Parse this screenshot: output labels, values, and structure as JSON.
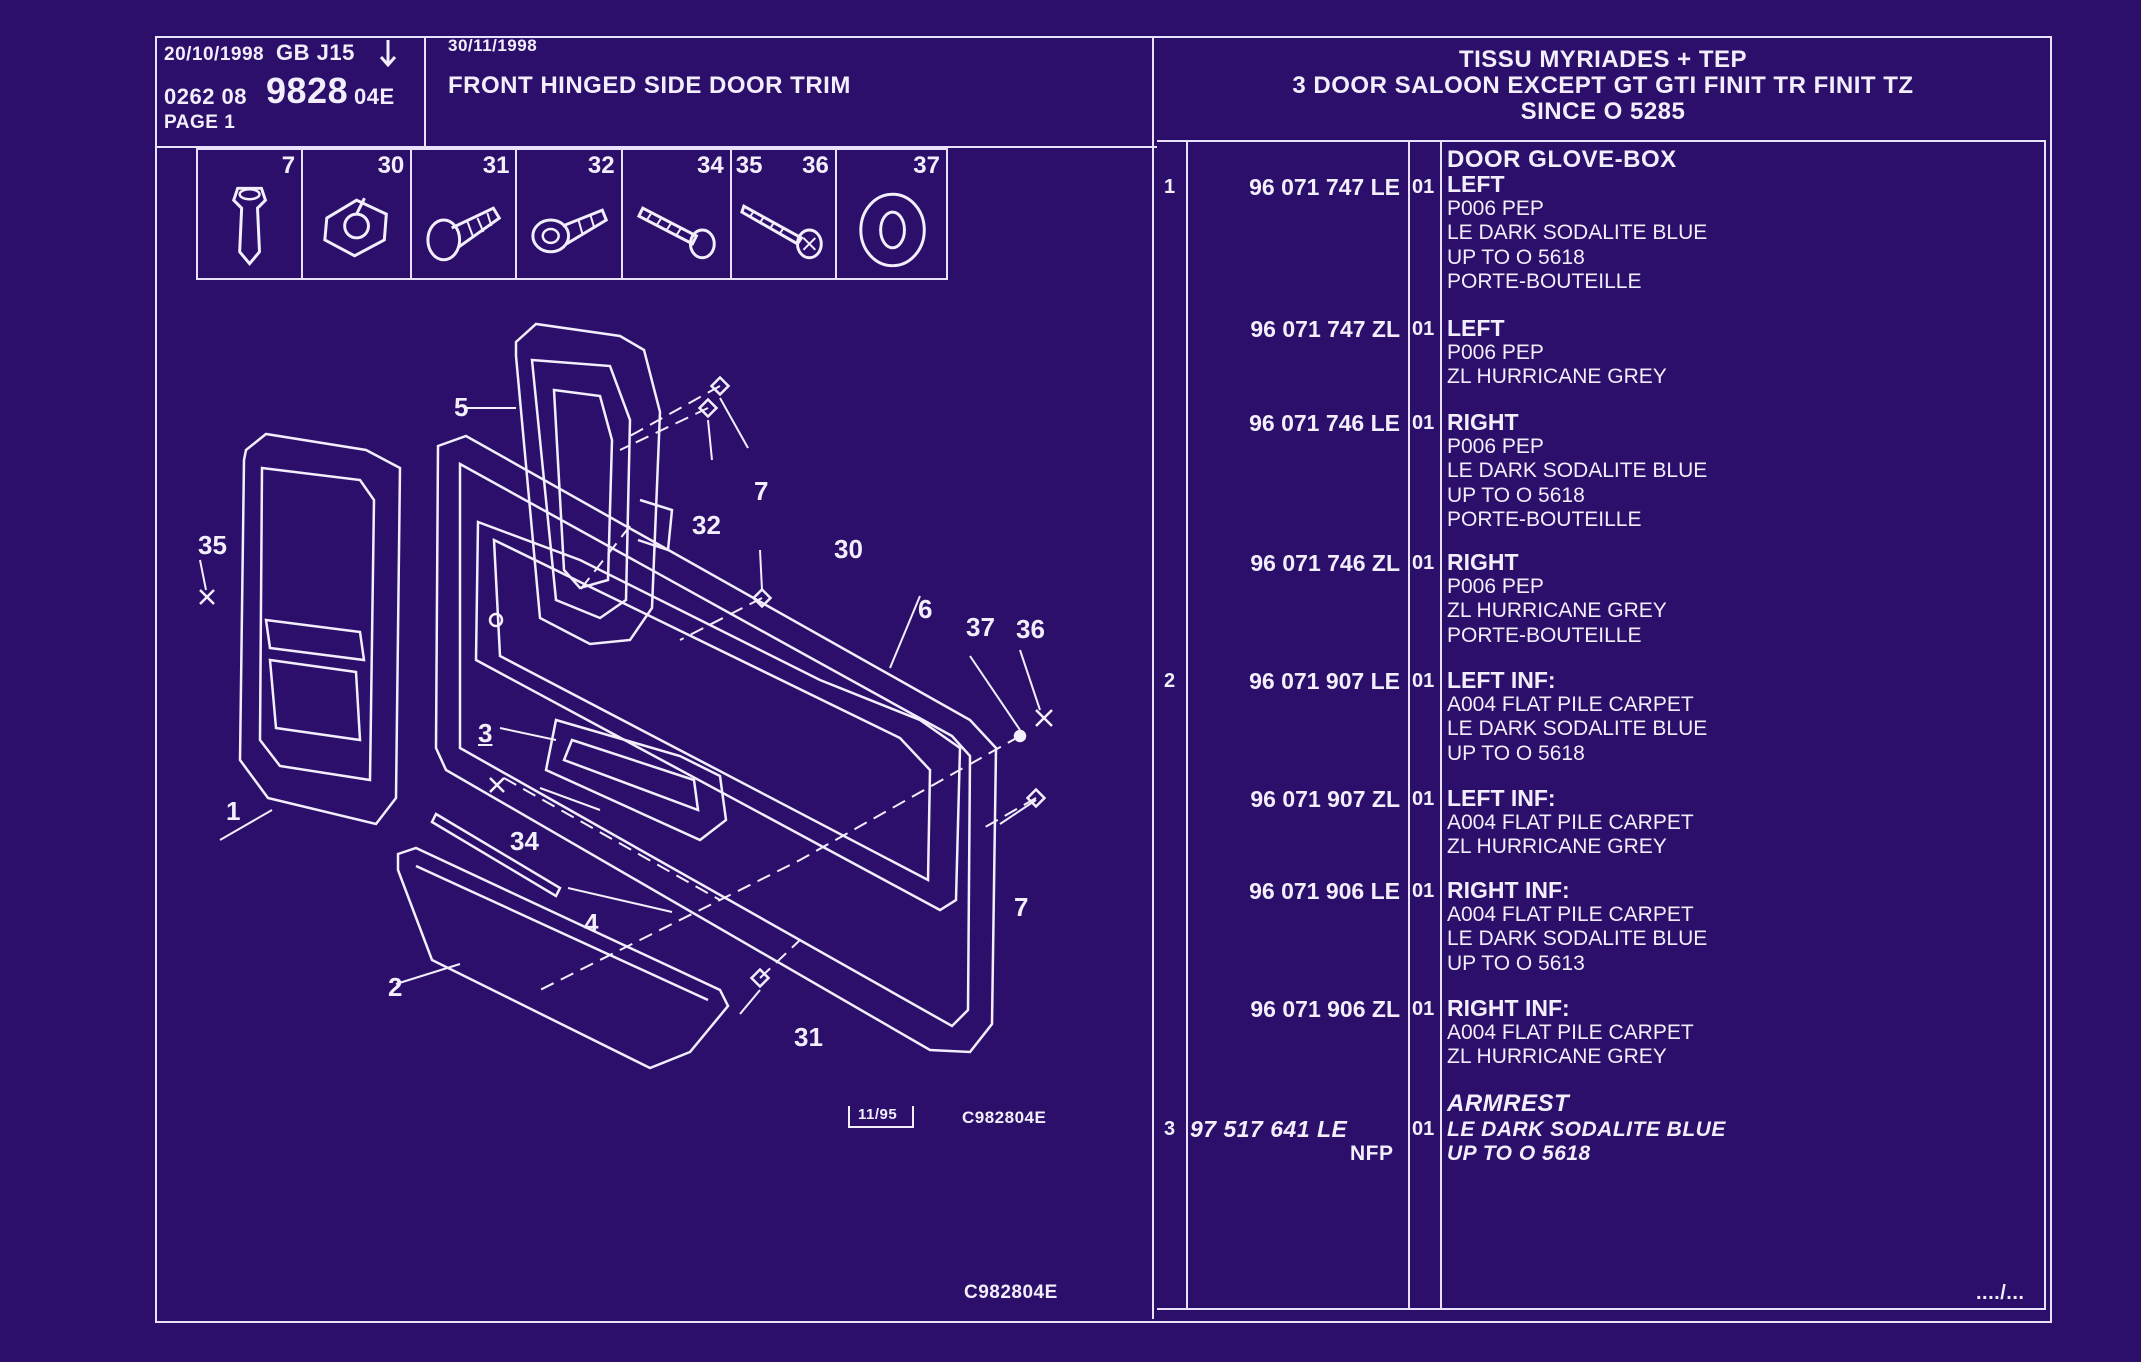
{
  "header": {
    "date1": "20/10/1998",
    "gb_code": "GB  J15",
    "ref_prefix": "0262  08",
    "ref_main": "9828",
    "ref_suffix": "04E",
    "page": "PAGE  1",
    "date2": "30/11/1998",
    "section_title": "FRONT HINGED SIDE DOOR TRIM",
    "vehicle_line1": "TISSU MYRIADES + TEP",
    "vehicle_line2": "3 DOOR SALOON EXCEPT  GT GTI FINIT TR FINIT TZ",
    "vehicle_line3": "SINCE  O   5285"
  },
  "fasteners": [
    "7",
    "30",
    "31",
    "32",
    "34",
    "35",
    "36",
    "37"
  ],
  "diagram": {
    "labels": {
      "l1": "1",
      "l2": "2",
      "l3": "3",
      "l4": "4",
      "l5": "5",
      "l6": "6",
      "l7a": "7",
      "l7b": "7",
      "l30": "30",
      "l31": "31",
      "l32": "32",
      "l34": "34",
      "l35": "35",
      "l36": "36",
      "l37": "37"
    },
    "date_box": "11/95",
    "code1": "C982804E",
    "code2": "C982804E"
  },
  "parts": {
    "heading": "DOOR GLOVE-BOX",
    "rows": [
      {
        "ref": "1",
        "pn": "96 071 747 LE",
        "qty": "01",
        "lines": [
          "LEFT",
          "P006 PEP",
          "LE DARK SODALITE BLUE",
          "UP TO  O  5618",
          "PORTE-BOUTEILLE"
        ]
      },
      {
        "ref": "",
        "pn": "96 071 747 ZL",
        "qty": "01",
        "lines": [
          "LEFT",
          "P006 PEP",
          "ZL HURRICANE GREY"
        ]
      },
      {
        "ref": "",
        "pn": "96 071 746 LE",
        "qty": "01",
        "lines": [
          "RIGHT",
          "P006 PEP",
          "LE DARK SODALITE BLUE",
          "UP TO  O  5618",
          "PORTE-BOUTEILLE"
        ]
      },
      {
        "ref": "",
        "pn": "96 071 746 ZL",
        "qty": "01",
        "lines": [
          "RIGHT",
          "P006 PEP",
          "ZL HURRICANE GREY",
          "PORTE-BOUTEILLE"
        ]
      },
      {
        "ref": "2",
        "pn": "96 071 907 LE",
        "qty": "01",
        "lines": [
          "LEFT INF:",
          "A004 FLAT PILE CARPET",
          "LE DARK SODALITE BLUE",
          "UP TO  O  5618"
        ]
      },
      {
        "ref": "",
        "pn": "96 071 907 ZL",
        "qty": "01",
        "lines": [
          "LEFT INF:",
          "A004 FLAT PILE CARPET",
          "ZL HURRICANE GREY"
        ]
      },
      {
        "ref": "",
        "pn": "96 071 906 LE",
        "qty": "01",
        "lines": [
          "RIGHT INF:",
          "A004 FLAT PILE CARPET",
          "LE DARK SODALITE BLUE",
          "UP TO  O  5613"
        ]
      },
      {
        "ref": "",
        "pn": "96 071 906 ZL",
        "qty": "01",
        "lines": [
          "RIGHT INF:",
          "A004 FLAT PILE CARPET",
          "ZL HURRICANE GREY"
        ]
      }
    ],
    "armrest": {
      "heading": "ARMREST",
      "ref": "3",
      "pn": "97 517 641 LE",
      "nfp": "NFP",
      "qty": "01",
      "line1": "LE DARK SODALITE BLUE",
      "line2": "UP TO  O  5618"
    },
    "continued": "..../..."
  }
}
